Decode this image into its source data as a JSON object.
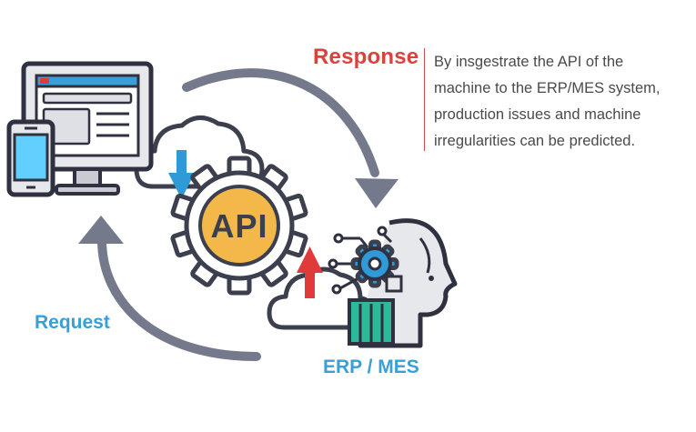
{
  "response": {
    "label": "Response",
    "description_lines": [
      "By insgestrate the API of the",
      "machine to the ERP/MES system,",
      "production issues and machine",
      "irregularities can be predicted."
    ]
  },
  "request": {
    "label": "Request"
  },
  "erp": {
    "label": "ERP / MES"
  },
  "api": {
    "label": "API"
  },
  "colors": {
    "response": "#d9423d",
    "request": "#3a9fd6",
    "arrow": "#74798c",
    "gear": "#3c3f4e",
    "api_circle": "#f4b74a",
    "down_arrow": "#2e9ad8",
    "up_arrow": "#e03a3a"
  },
  "icons": [
    "computer-monitor-icon",
    "smartphone-icon",
    "cloud-icon",
    "gear-icon",
    "robot-head-icon",
    "circuit-gear-icon"
  ]
}
